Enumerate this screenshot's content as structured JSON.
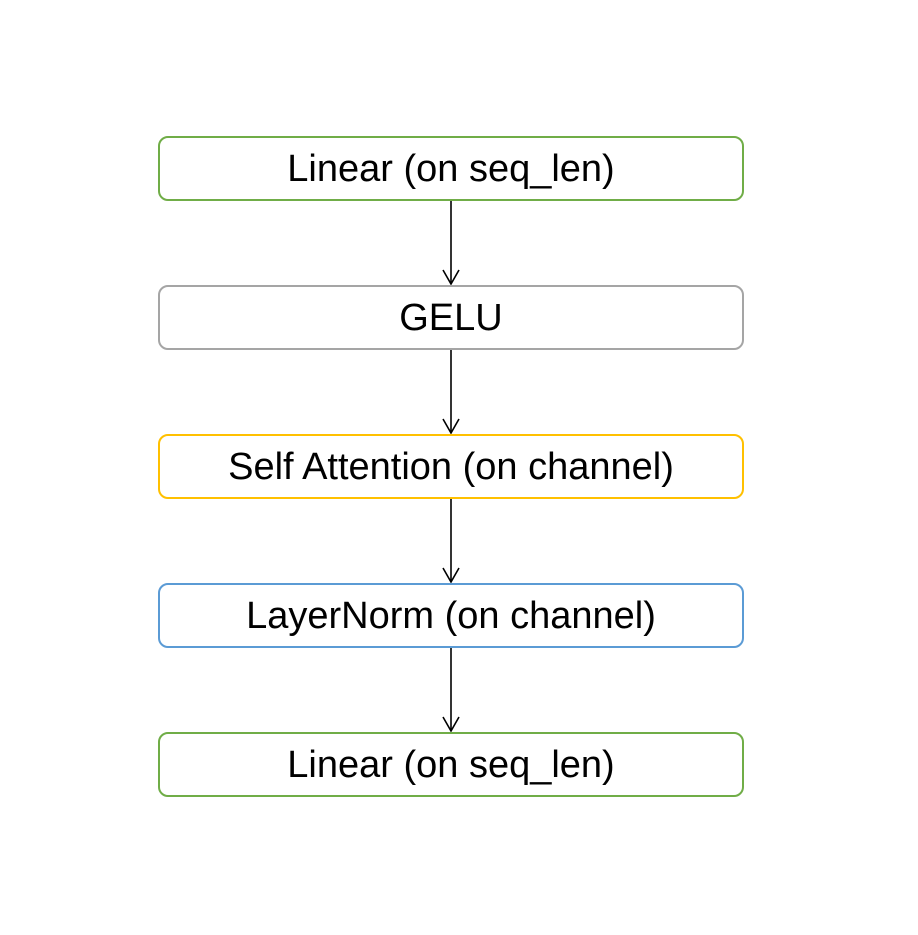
{
  "nodes": [
    {
      "label": "Linear (on seq_len)",
      "border_color": "#70ad47"
    },
    {
      "label": "GELU",
      "border_color": "#a5a5a5"
    },
    {
      "label": "Self Attention (on channel)",
      "border_color": "#ffc000"
    },
    {
      "label": "LayerNorm (on channel)",
      "border_color": "#5b9bd5"
    },
    {
      "label": "Linear (on seq_len)",
      "border_color": "#70ad47"
    }
  ],
  "edges": [
    {
      "from": 0,
      "to": 1
    },
    {
      "from": 1,
      "to": 2
    },
    {
      "from": 2,
      "to": 3
    },
    {
      "from": 3,
      "to": 4
    }
  ],
  "arrow_color": "#000000"
}
